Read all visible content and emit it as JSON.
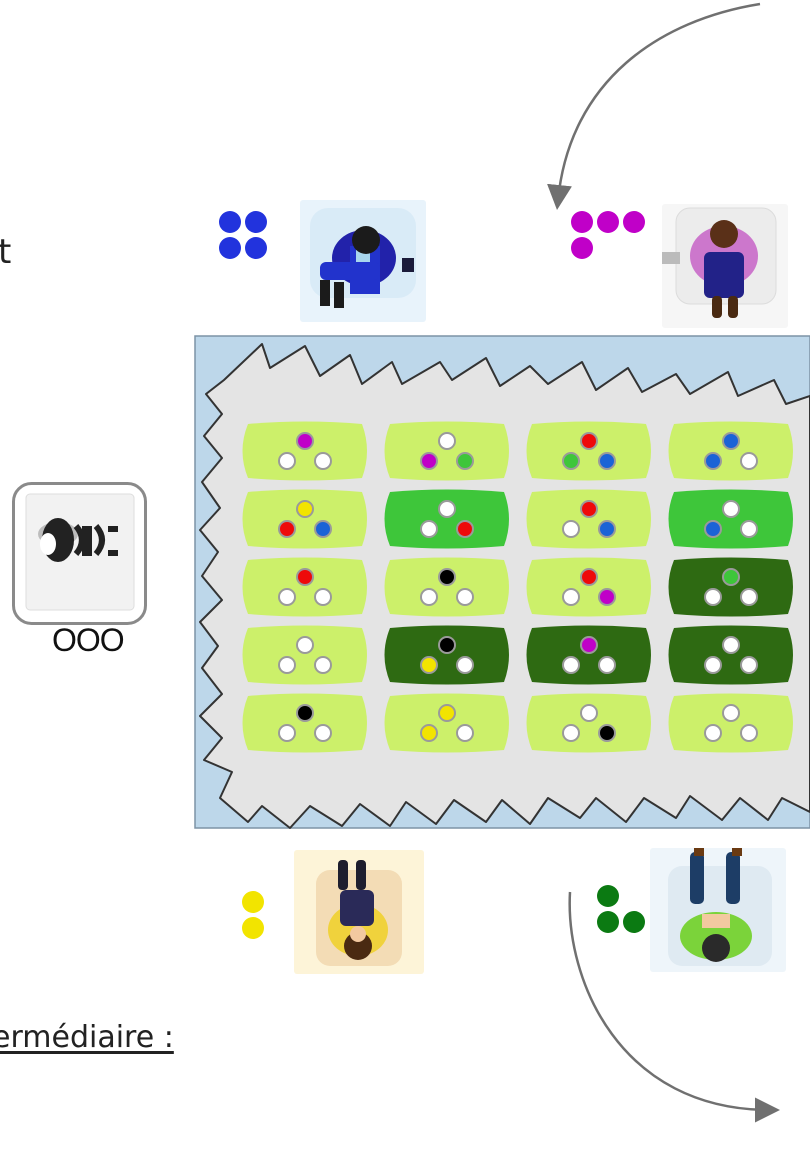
{
  "texts": {
    "left_fragment_top": "t",
    "left_fragment_bottom": "ermédiaire :",
    "token_label": "OOO"
  },
  "colors": {
    "sea": "#bdd7ea",
    "land": "#e4e4e4",
    "shore": "#333333",
    "arrow": "#707070",
    "lime": "#ccf06a",
    "green": "#3ec63a",
    "dark_green": "#2e6a12",
    "blue_piece": "#2a5596",
    "blue": "#2233dd",
    "magenta": "#c000c8",
    "yellow": "#f2e400",
    "dark_green_dot": "#0b7a12"
  },
  "players": [
    {
      "id": "blue",
      "dots": 4,
      "color": "#2233dd",
      "icon": "seated-man-icon"
    },
    {
      "id": "magenta",
      "dots": 4,
      "color": "#c000c8",
      "icon": "seated-woman-icon"
    },
    {
      "id": "yellow",
      "dots": 2,
      "color": "#f2e400",
      "icon": "seated-woman-yellow-icon"
    },
    {
      "id": "green",
      "dots": 3,
      "color": "#0b7a12",
      "icon": "seated-man-green-icon"
    }
  ],
  "grid": {
    "rows": 5,
    "cols": 4,
    "tiles": [
      [
        "lime",
        "lime",
        "lime",
        "lime"
      ],
      [
        "lime",
        "green",
        "lime",
        "green"
      ],
      [
        "lime",
        "lime",
        "lime",
        "dark_green"
      ],
      [
        "lime",
        "dark_green",
        "dark_green",
        "dark_green"
      ],
      [
        "lime",
        "lime",
        "lime",
        "lime"
      ]
    ],
    "spots": [
      [
        [
          "magenta",
          "white",
          "white"
        ],
        [
          "white",
          "magenta",
          "green"
        ],
        [
          "red",
          "green",
          "blue"
        ],
        [
          "blue",
          "blue",
          "white"
        ]
      ],
      [
        [
          "yellow",
          "red",
          "blue"
        ],
        [
          "white",
          "white",
          "red"
        ],
        [
          "red",
          "white",
          "blue"
        ],
        [
          "white",
          "blue",
          "white"
        ]
      ],
      [
        [
          "red",
          "white",
          "white"
        ],
        [
          "black",
          "white",
          "white"
        ],
        [
          "red",
          "white",
          "magenta"
        ],
        [
          "green",
          "white",
          "white"
        ]
      ],
      [
        [
          "white",
          "white",
          "white"
        ],
        [
          "black",
          "yellow",
          "white"
        ],
        [
          "magenta",
          "white",
          "white"
        ],
        [
          "white",
          "white",
          "white"
        ]
      ],
      [
        [
          "black",
          "white",
          "white"
        ],
        [
          "yellow",
          "yellow",
          "white"
        ],
        [
          "white",
          "white",
          "black"
        ],
        [
          "white",
          "white",
          "white"
        ]
      ]
    ]
  }
}
